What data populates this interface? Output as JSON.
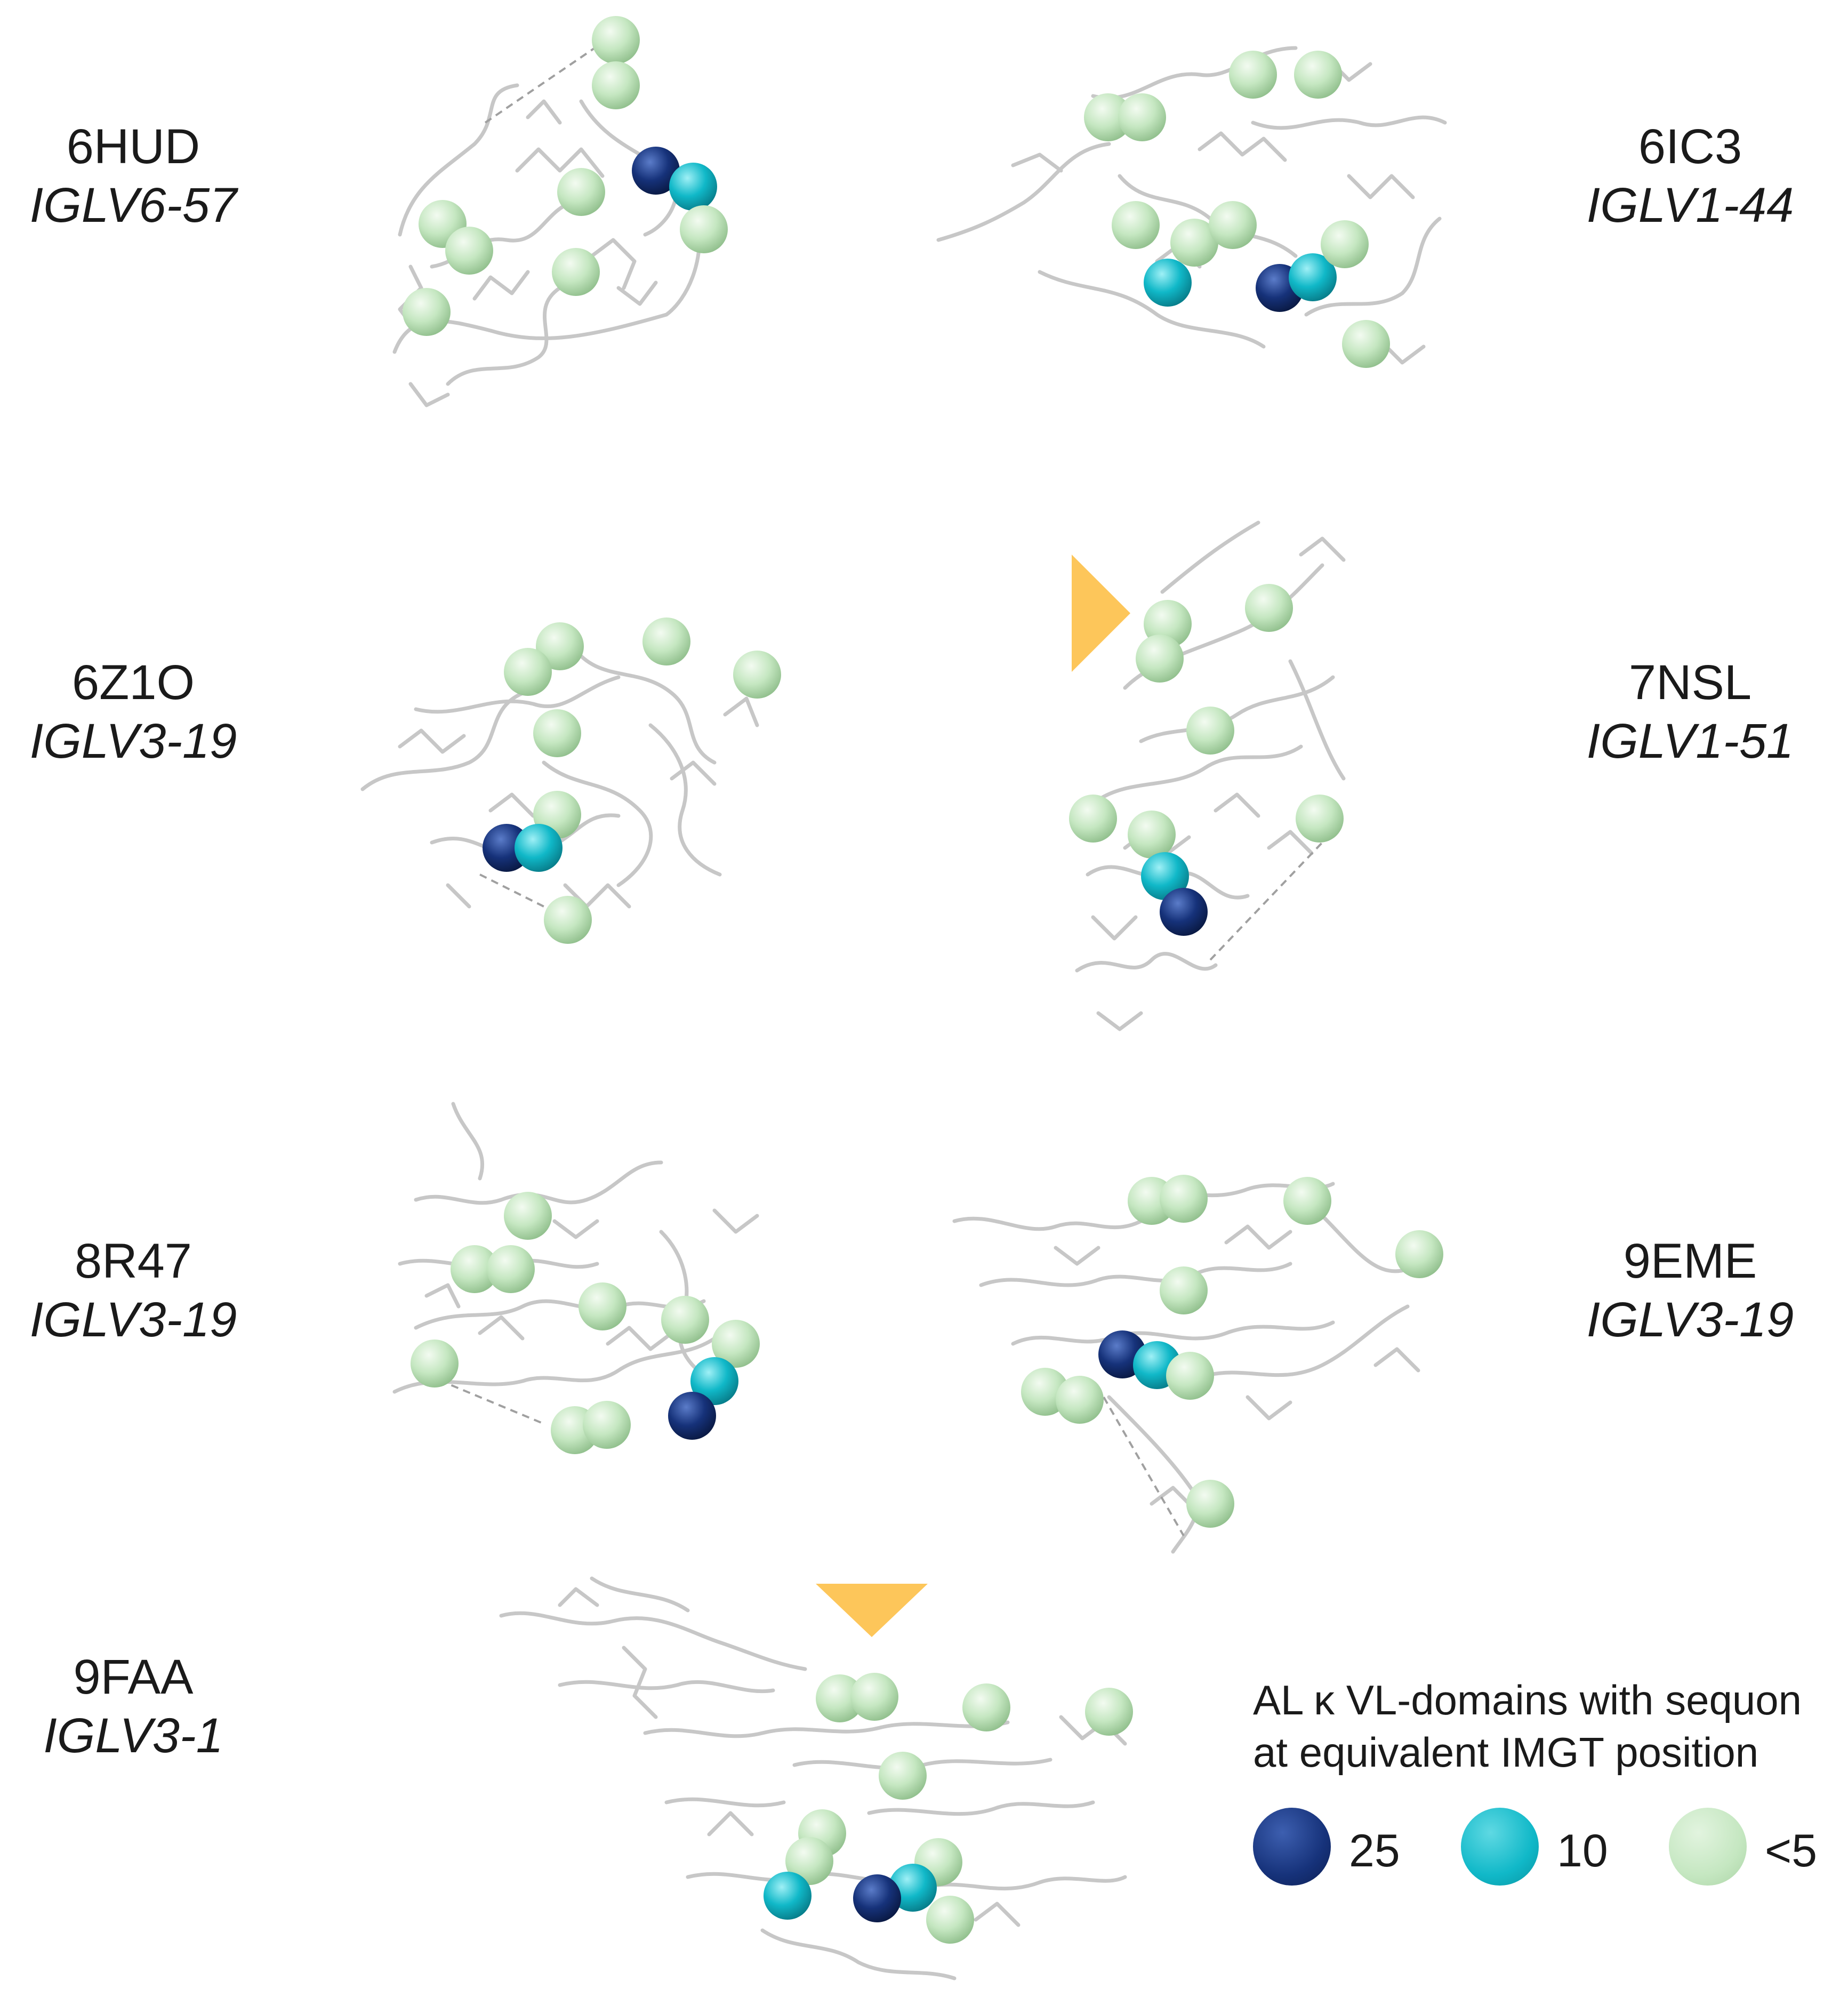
{
  "colors": {
    "high": "#16327a",
    "mid": "#10b8c8",
    "low": "#c5e7c1",
    "arrow": "#fdc65a",
    "stick": "#c7c7c7"
  },
  "structures": [
    {
      "code": "6HUD",
      "gene": "IGLV6-57"
    },
    {
      "code": "6IC3",
      "gene": "IGLV1-44"
    },
    {
      "code": "6Z1O",
      "gene": "IGLV3-19"
    },
    {
      "code": "7NSL",
      "gene": "IGLV1-51"
    },
    {
      "code": "8R47",
      "gene": "IGLV3-19"
    },
    {
      "code": "9EME",
      "gene": "IGLV3-19"
    },
    {
      "code": "9FAA",
      "gene": "IGLV3-1"
    }
  ],
  "legend": {
    "title_line1": "AL κ VL-domains with sequon",
    "title_line2": "at equivalent IMGT position",
    "items": [
      {
        "label": "25",
        "color": "high"
      },
      {
        "label": "10",
        "color": "mid"
      },
      {
        "label": "<5",
        "color": "low"
      }
    ]
  },
  "markers": [
    {
      "structure": "7NSL",
      "direction": "right-pointing",
      "color": "arrow"
    },
    {
      "structure": "9FAA",
      "direction": "down-pointing",
      "color": "arrow"
    }
  ]
}
